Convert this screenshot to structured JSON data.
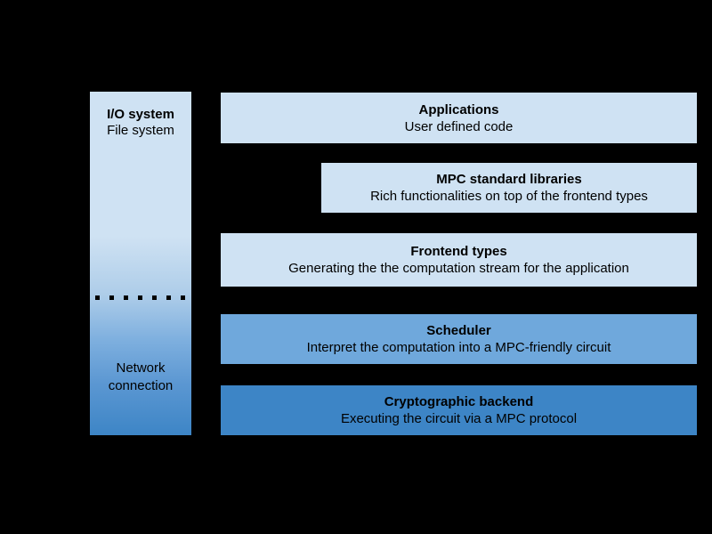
{
  "diagram": {
    "background_color": "#000000",
    "text_color": "#000000",
    "io_column": {
      "top_title": "I/O system",
      "top_subtitle": "File system",
      "bottom_line1": "Network",
      "bottom_line2": "connection",
      "gradient_top_color": "#cfe2f3",
      "gradient_bottom_color": "#3d85c6",
      "divider_dot_count": 7
    },
    "layers": [
      {
        "title": "Applications",
        "subtitle": "User defined code",
        "color": "#cfe2f3"
      },
      {
        "title": "MPC standard libraries",
        "subtitle": "Rich functionalities on top of the frontend types",
        "color": "#cfe2f3"
      },
      {
        "title": "Frontend types",
        "subtitle": "Generating the the computation stream for the application",
        "color": "#cfe2f3"
      },
      {
        "title": "Scheduler",
        "subtitle": "Interpret the computation into a MPC-friendly circuit",
        "color": "#6fa8dc"
      },
      {
        "title": "Cryptographic backend",
        "subtitle": "Executing the circuit via a MPC protocol",
        "color": "#3d85c6"
      }
    ]
  }
}
